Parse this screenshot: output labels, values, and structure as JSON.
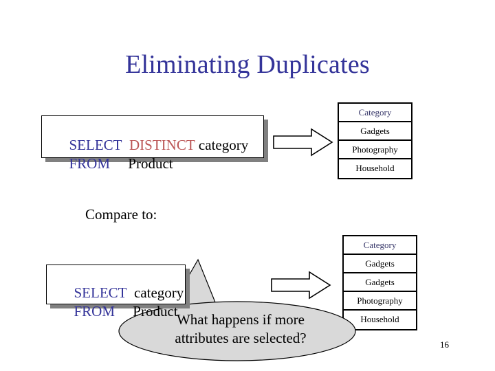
{
  "slide": {
    "title": "Eliminating Duplicates",
    "page_number": "16",
    "compare_label": "Compare to:",
    "title_color": "#333399",
    "keyword_color": "#333399",
    "distinct_color": "#bb5555",
    "identifier_color": "#000000",
    "shadow_color": "#808080",
    "bubble_fill": "#d9d9d9",
    "bubble_stroke": "#000000"
  },
  "query_distinct": {
    "name": "select-distinct-query",
    "line1": {
      "keyword": "SELECT",
      "distinct": "DISTINCT",
      "columns": "category"
    },
    "line2": {
      "keyword": "FROM",
      "table": "Product"
    }
  },
  "query_plain": {
    "name": "select-plain-query",
    "line1": {
      "keyword": "SELECT",
      "columns": "category"
    },
    "line2": {
      "keyword": "FROM",
      "table": "Product"
    }
  },
  "result_distinct": {
    "name": "distinct-result-table",
    "header": "Category",
    "rows": [
      "Gadgets",
      "Photography",
      "Household"
    ]
  },
  "result_plain": {
    "name": "plain-result-table",
    "header": "Category",
    "rows": [
      "Gadgets",
      "Gadgets",
      "Photography",
      "Household"
    ]
  },
  "callout": {
    "name": "question-callout",
    "line1": "What happens if more",
    "line2": "attributes are selected?"
  },
  "arrows": {
    "top": "arrow-right-top",
    "bottom": "arrow-right-bottom"
  }
}
